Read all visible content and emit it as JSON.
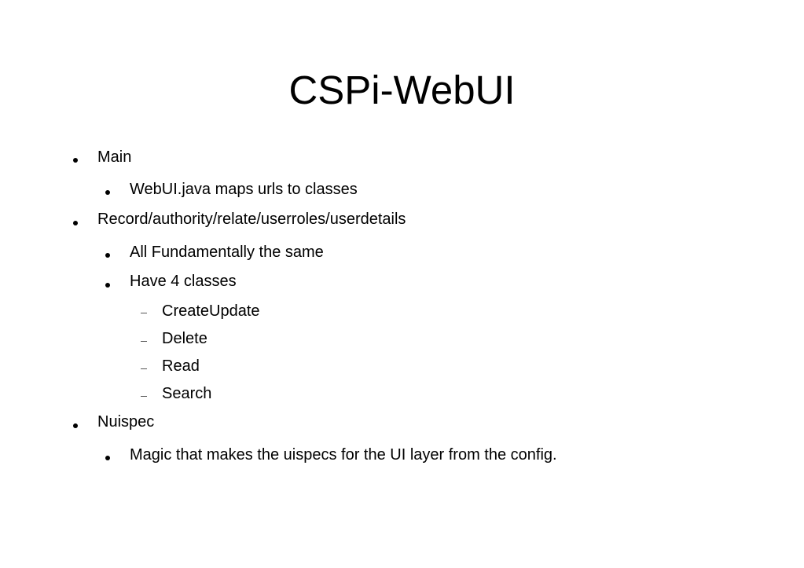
{
  "slide": {
    "title": "CSPi-WebUI",
    "items": [
      {
        "level": 1,
        "marker": "bullet",
        "text": "Main"
      },
      {
        "level": 2,
        "marker": "bullet",
        "text": "WebUI.java maps urls to classes"
      },
      {
        "level": 1,
        "marker": "bullet",
        "text": "Record/authority/relate/userroles/userdetails"
      },
      {
        "level": 2,
        "marker": "bullet",
        "text": "All Fundamentally the same"
      },
      {
        "level": 2,
        "marker": "bullet",
        "text": "Have 4 classes"
      },
      {
        "level": 3,
        "marker": "dash",
        "text": "CreateUpdate"
      },
      {
        "level": 3,
        "marker": "dash",
        "text": "Delete"
      },
      {
        "level": 3,
        "marker": "dash",
        "text": "Read"
      },
      {
        "level": 3,
        "marker": "dash",
        "text": "Search"
      },
      {
        "level": 1,
        "marker": "bullet",
        "text": "Nuispec"
      },
      {
        "level": 2,
        "marker": "bullet",
        "text": "Magic that makes the uispecs for the UI layer from the config."
      }
    ]
  }
}
